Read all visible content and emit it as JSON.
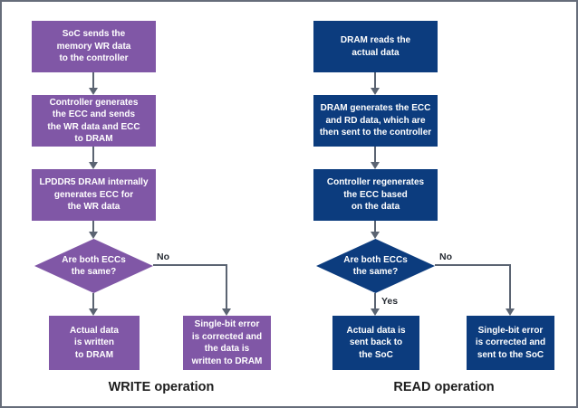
{
  "colors": {
    "write_box_fill": "#8057a6",
    "read_box_fill": "#0c3c7e",
    "box_text": "#ffffff",
    "connector": "#5b6472",
    "frame_border": "#666d7a",
    "caption_text": "#1e1e1e"
  },
  "write": {
    "caption": "WRITE operation",
    "steps": [
      "SoC sends the\nmemory WR data\nto the controller",
      "Controller generates\nthe ECC and sends\nthe WR data and ECC\nto DRAM",
      "LPDDR5 DRAM internally\ngenerates ECC for\nthe WR data"
    ],
    "decision": "Are both ECCs\nthe same?",
    "no_label": "No",
    "match_outcome": "Actual data\nis written\nto DRAM",
    "mismatch_outcome": "Single-bit error\nis corrected and\nthe data is\nwritten to DRAM"
  },
  "read": {
    "caption": "READ operation",
    "steps": [
      "DRAM reads the\nactual data",
      "DRAM generates the ECC\nand RD data, which are\nthen sent to the controller",
      "Controller regenerates\nthe ECC based\non the data"
    ],
    "decision": "Are both ECCs\nthe same?",
    "no_label": "No",
    "yes_label": "Yes",
    "match_outcome": "Actual data is\nsent back to\nthe SoC",
    "mismatch_outcome": "Single-bit error\nis corrected and\nsent to the SoC"
  }
}
